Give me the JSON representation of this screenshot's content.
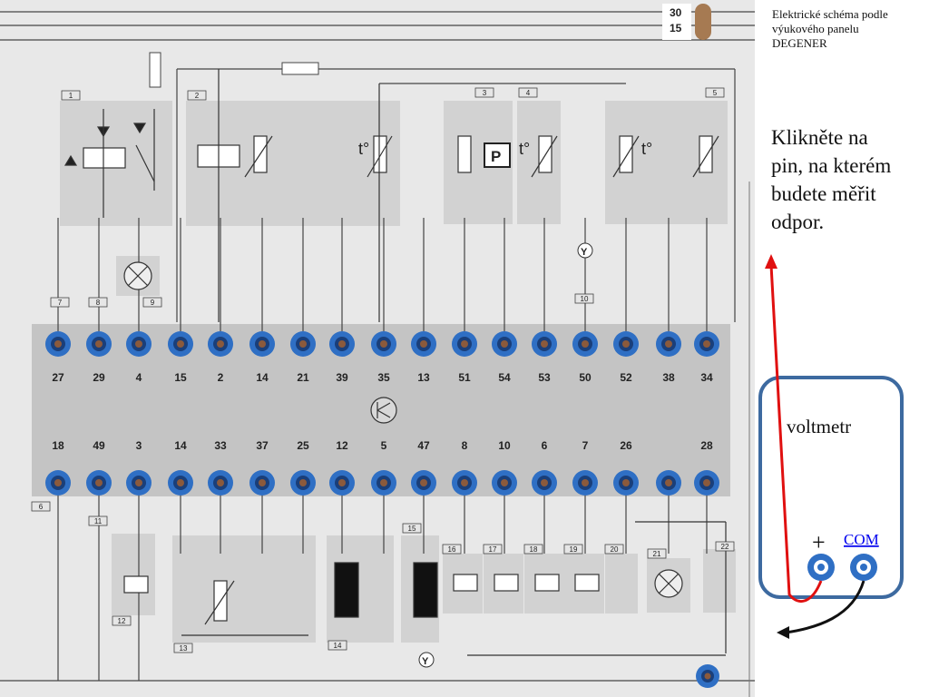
{
  "header": {
    "line1": "Elektrické schéma podle",
    "line2": "výukového panelu",
    "line3": "DEGENER"
  },
  "fuse_labels": [
    "30",
    "15"
  ],
  "instruction": {
    "line1": "Klikněte na",
    "line2": "pin, na kterém",
    "line3": "budete měřit",
    "line4": "odpor."
  },
  "meter": {
    "title": "voltmetr",
    "plus": "+",
    "com": "COM"
  },
  "top_pins": [
    "27",
    "29",
    "4",
    "15",
    "2",
    "14",
    "21",
    "39",
    "35",
    "13",
    "51",
    "54",
    "53",
    "50",
    "52",
    "38",
    "34"
  ],
  "bottom_pins": [
    "18",
    "49",
    "3",
    "14",
    "33",
    "37",
    "25",
    "12",
    "5",
    "47",
    "8",
    "10",
    "6",
    "7",
    "26",
    "",
    "28"
  ],
  "component_numbers": {
    "n1": "1",
    "n2": "2",
    "n3": "3",
    "n4": "4",
    "n5": "5",
    "n6": "6",
    "n7": "7",
    "n8": "8",
    "n9": "9",
    "n10": "10",
    "n11": "11",
    "n12": "12",
    "n13": "13",
    "n14": "14",
    "n15": "15",
    "n16": "16",
    "n17": "17",
    "n18": "18",
    "n19": "19",
    "n20": "20",
    "n21": "21",
    "n22": "22"
  },
  "symbols": {
    "temp": "t°",
    "parking": "P",
    "ground_y": "Y"
  },
  "colors": {
    "jack_outer": "#2f6fc4",
    "jack_inner": "#8b5a3c",
    "panel_gray": "#c9c9c9",
    "box_gray": "#d0d0d0",
    "meter_border": "#3d6aa0",
    "red_lead": "#e01010",
    "black_lead": "#111111"
  }
}
